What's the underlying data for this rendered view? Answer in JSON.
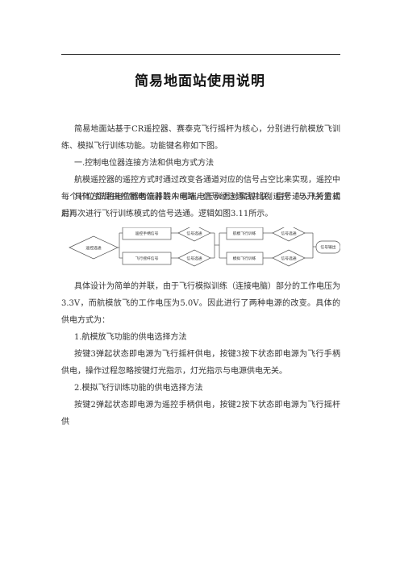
{
  "document": {
    "title": "简易地面站使用说明",
    "intro": "简易地面站基于CR遥控器、赛泰克飞行摇杆为核心，分别进行航模放飞训练、模拟飞行训练功能。功能键名称如下图。",
    "section1_heading": "一.控制电位器连接方法和供电方式方法",
    "section1_p1": "航模遥控器的遥控方式时通过改变各通道对应的信号占空比来实现，遥控中每个杆位都是由控制电位器的中间端电压从而对实现比例遥控（与开关量相对）。",
    "section1_p2": "具体方法将电位器两端并联入电路，信号经选通后并联，信号进入飞行方式后再次进行飞行训练模式的信号选通。逻辑如图3.11所示。",
    "section1_p3": "具体设计为简单的并联，由于飞行模拟训练（连接电脑）部分的工作电压为3.3V，而航模放飞的工作电压为5.0V。因此进行了两种电源的改变。具体的供电方式为：",
    "item1_heading": "1.航模放飞功能的供电选择方法",
    "item1_body": "按键3弹起状态即电源为飞行摇杆供电，按键3按下状态即电源为飞行手柄供电，操作过程忽略按键灯光指示，灯光指示与电源供电无关。",
    "item2_heading": "2.模拟飞行训练功能的供电选择方法",
    "item2_body": "按键2弹起状态即电源为遥控手柄供电，按键2按下状态即电源为飞行摇杆供"
  },
  "flowchart": {
    "start": "遥控选通",
    "upper_box": "遥控手柄信号",
    "upper_diamond": "信号选通",
    "lower_box": "飞行摇杆信号",
    "lower_diamond": "信号选通",
    "mode_upper_box": "航模飞行训练",
    "mode_upper_diamond": "信号选通",
    "mode_lower_box": "模拟飞行训练",
    "mode_lower_diamond": "信号选通",
    "output": "信号输出"
  }
}
